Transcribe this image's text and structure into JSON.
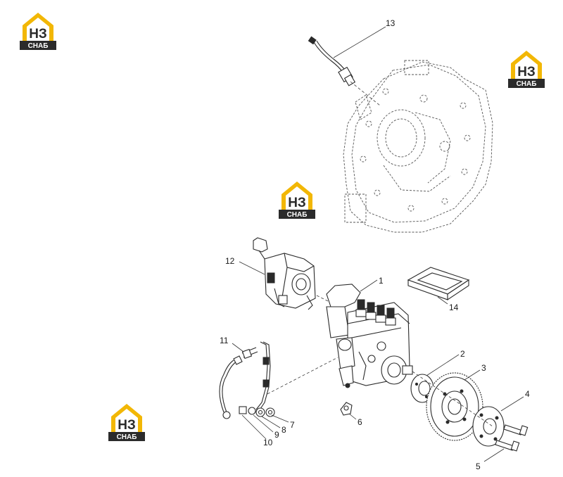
{
  "brand": {
    "logo_top": "НЗ",
    "logo_bottom": "СНАБ",
    "colors": {
      "accent": "#f2b705",
      "dark": "#2b2b2b",
      "light": "#ffffff"
    }
  },
  "logos": [
    {
      "id": "logo-top-left"
    },
    {
      "id": "logo-top-right"
    },
    {
      "id": "logo-center"
    },
    {
      "id": "logo-bottom-left"
    }
  ],
  "callouts": [
    "1",
    "2",
    "3",
    "4",
    "5",
    "6",
    "7",
    "8",
    "9",
    "10",
    "11",
    "12",
    "13",
    "14"
  ]
}
